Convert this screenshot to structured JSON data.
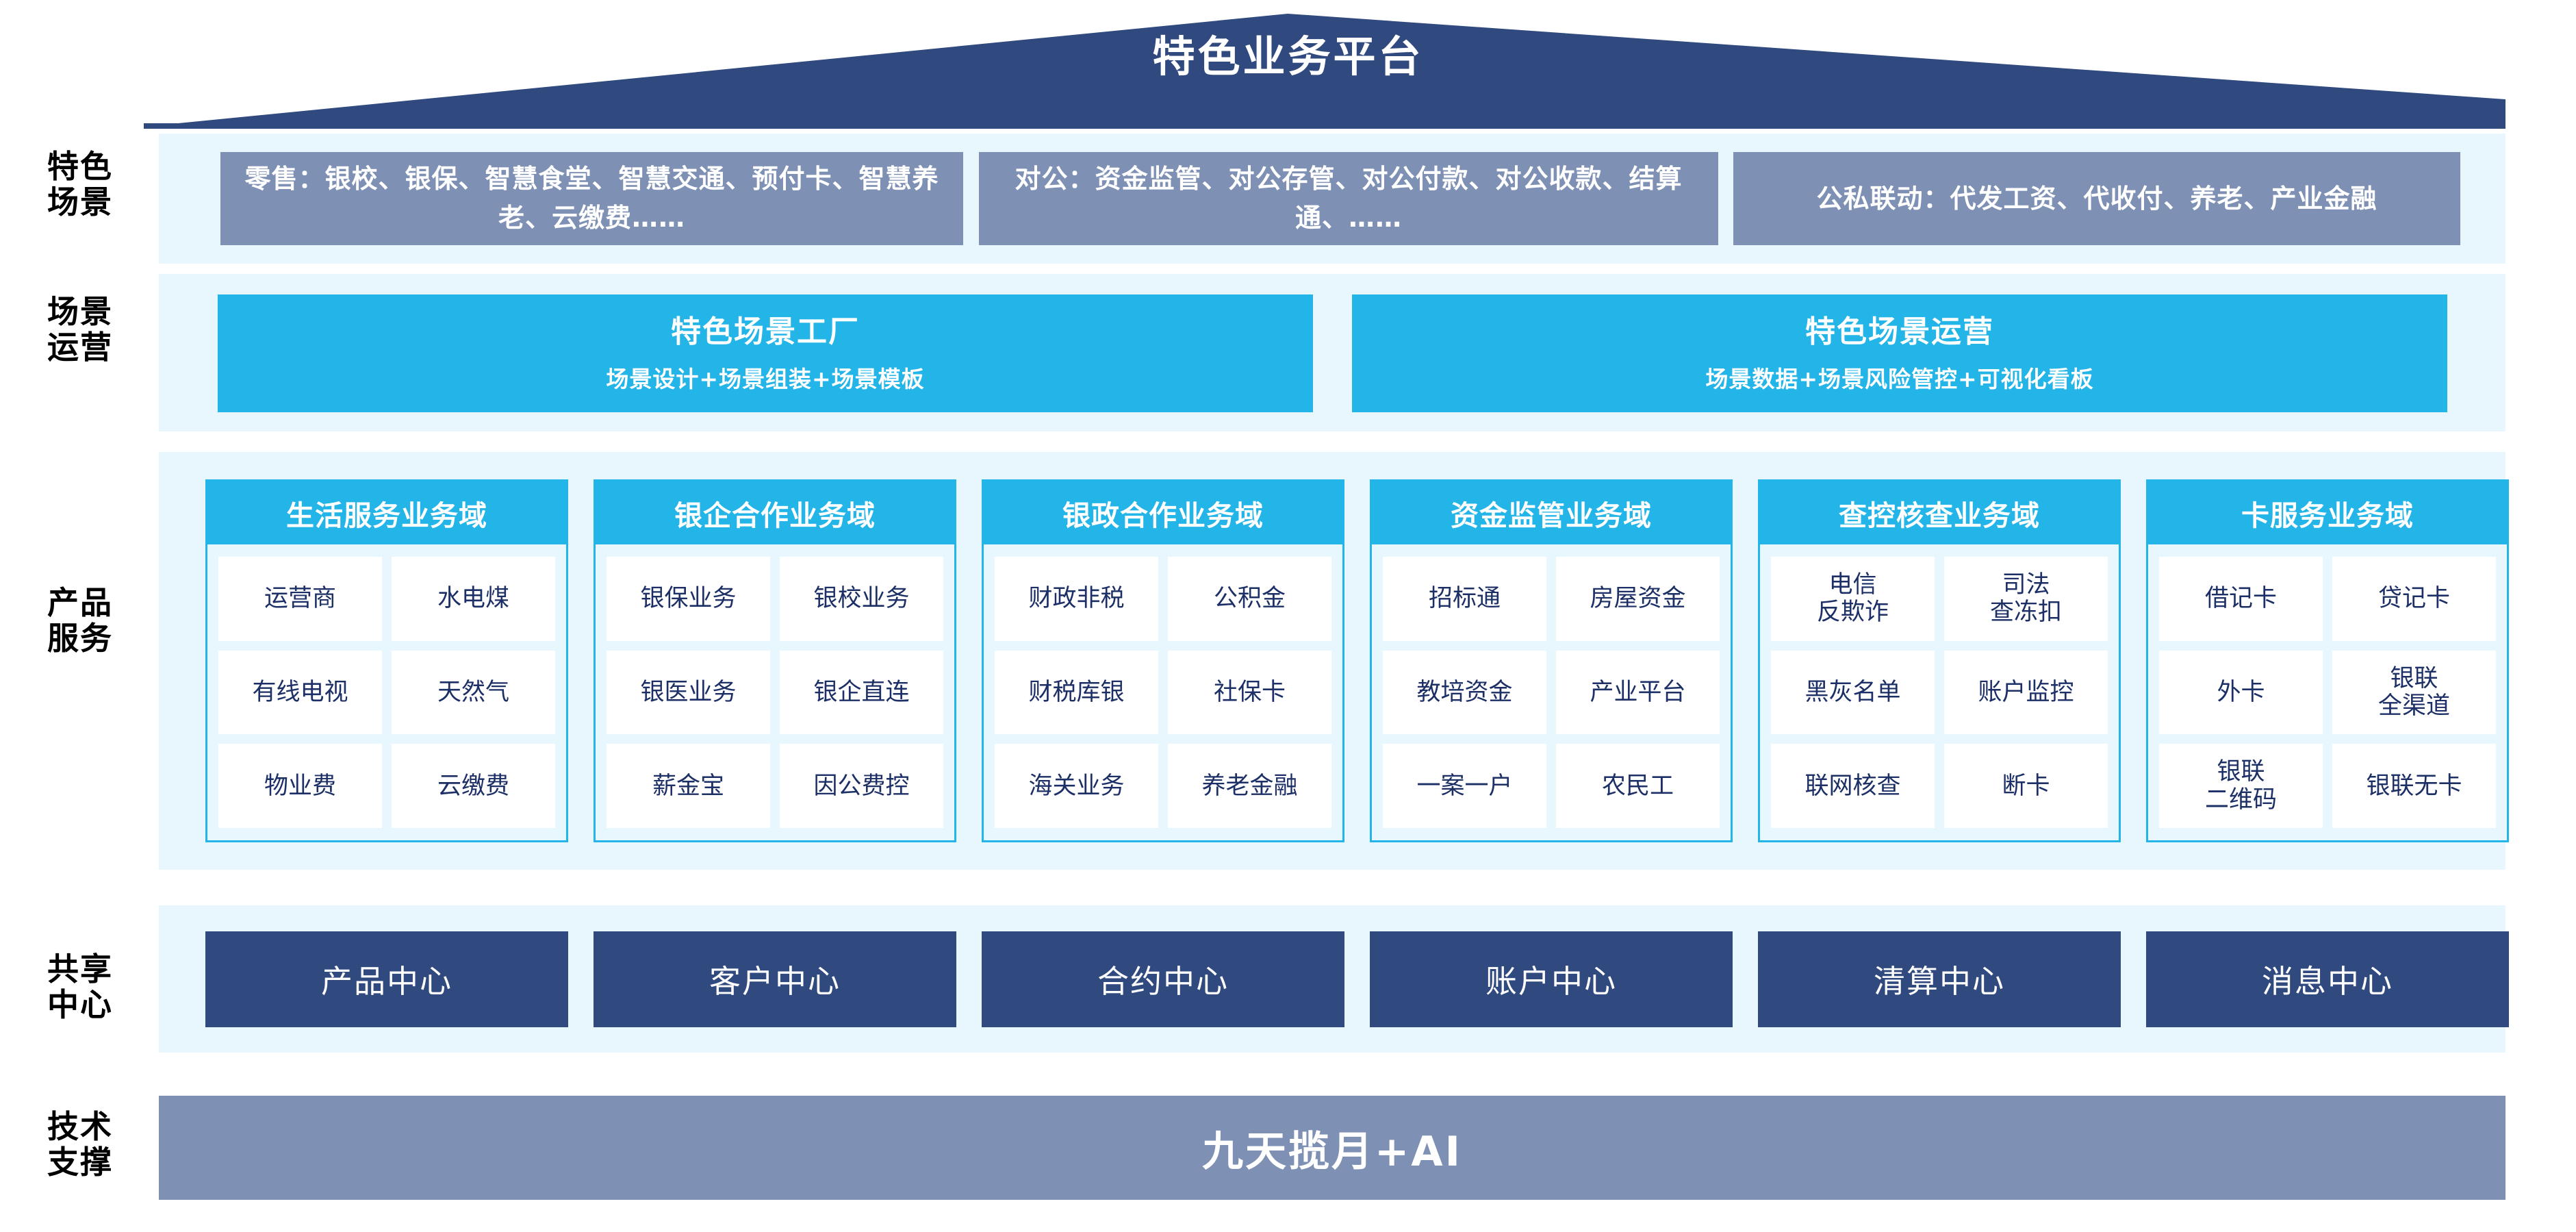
{
  "header": {
    "title": "特色业务平台"
  },
  "rows": {
    "scene": {
      "label": "特色\n场景"
    },
    "operation": {
      "label": "场景\n运营"
    },
    "product": {
      "label": "产品\n服务"
    },
    "shared": {
      "label": "共享\n中心"
    },
    "tech": {
      "label": "技术\n支撑"
    }
  },
  "scene_boxes": [
    {
      "text": "零售：银校、银保、智慧食堂、智慧交通、预付卡、智慧养老、云缴费……"
    },
    {
      "text": "对公：资金监管、对公存管、对公付款、对公收款、结算通、……"
    },
    {
      "text": "公私联动：代发工资、代收付、养老、产业金融"
    }
  ],
  "operation_boxes": [
    {
      "title": "特色场景工厂",
      "subtitle": "场景设计+场景组装+场景模板"
    },
    {
      "title": "特色场景运营",
      "subtitle": "场景数据+场景风险管控+可视化看板"
    }
  ],
  "product_columns": [
    {
      "title": "生活服务业务域",
      "items": [
        "运营商",
        "水电煤",
        "有线电视",
        "天然气",
        "物业费",
        "云缴费"
      ]
    },
    {
      "title": "银企合作业务域",
      "items": [
        "银保业务",
        "银校业务",
        "银医业务",
        "银企直连",
        "薪金宝",
        "因公费控"
      ]
    },
    {
      "title": "银政合作业务域",
      "items": [
        "财政非税",
        "公积金",
        "财税库银",
        "社保卡",
        "海关业务",
        "养老金融"
      ]
    },
    {
      "title": "资金监管业务域",
      "items": [
        "招标通",
        "房屋资金",
        "教培资金",
        "产业平台",
        "一案一户",
        "农民工"
      ]
    },
    {
      "title": "查控核查业务域",
      "items": [
        "电信\n反欺诈",
        "司法\n查冻扣",
        "黑灰名单",
        "账户监控",
        "联网核查",
        "断卡"
      ]
    },
    {
      "title": "卡服务业务域",
      "items": [
        "借记卡",
        "贷记卡",
        "外卡",
        "银联\n全渠道",
        "银联\n二维码",
        "银联无卡"
      ]
    }
  ],
  "shared_centers": [
    {
      "label": "产品中心"
    },
    {
      "label": "客户中心"
    },
    {
      "label": "合约中心"
    },
    {
      "label": "账户中心"
    },
    {
      "label": "清算中心"
    },
    {
      "label": "消息中心"
    }
  ],
  "tech_support": {
    "label": "九天揽月+AI"
  },
  "colors": {
    "roof_navy": "#30497f",
    "scene_slate": "#7e90b4",
    "accent_cyan": "#23b4e8",
    "panel_light": "#e8f6fd",
    "center_navy": "#30497f",
    "cell_text": "#1c2f66",
    "white": "#ffffff"
  }
}
